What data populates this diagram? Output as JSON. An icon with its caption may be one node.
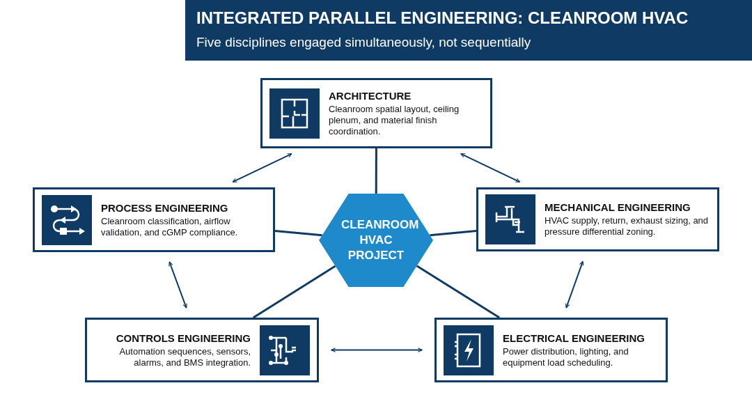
{
  "diagram": {
    "title": "INTEGRATED PARALLEL ENGINEERING: CLEANROOM HVAC",
    "nodes": [
      {
        "text": [
          "ARCHITECTURE",
          "Cleanroom spatial layout, ceiling plenum, and material finish coordination."
        ]
      },
      {
        "text": [
          "PROCESS ENGINEERING",
          "Cleanroom classification, airflow validation, and cGMP compliance."
        ]
      },
      {
        "text": [
          "CLEANROOM HVAC PROJECT"
        ]
      },
      {
        "text": [
          "MECHANICAL ENGINEERING",
          "HVAC supply, return, exhaust sizing, and pressure differential zoning."
        ]
      },
      {
        "text": [
          "CONTROLS ENGINEERING",
          "Automation sequences, sensors, alarms, and BMS integration."
        ]
      },
      {
        "text": [
          "ELECTRICAL ENGINEERING",
          "Power distribution, lighting, and equipment load scheduling."
        ]
      }
    ],
    "edges": [
      {
        "from": 2,
        "to": 0,
        "arrow": "none"
      },
      {
        "from": 2,
        "to": 1,
        "arrow": "none"
      },
      {
        "from": 2,
        "to": 3,
        "arrow": "none"
      },
      {
        "from": 2,
        "to": 4,
        "arrow": "none"
      },
      {
        "from": 2,
        "to": 5,
        "arrow": "none"
      },
      {
        "from": 0,
        "to": 1,
        "arrow": "both"
      },
      {
        "from": 0,
        "to": 3,
        "arrow": "both"
      },
      {
        "from": 1,
        "to": 4,
        "arrow": "both"
      },
      {
        "from": 3,
        "to": 5,
        "arrow": "both"
      },
      {
        "from": 4,
        "to": 5,
        "arrow": "both"
      }
    ],
    "labels": [
      "Five disciplines engaged simultaneously, not sequentially"
    ]
  }
}
